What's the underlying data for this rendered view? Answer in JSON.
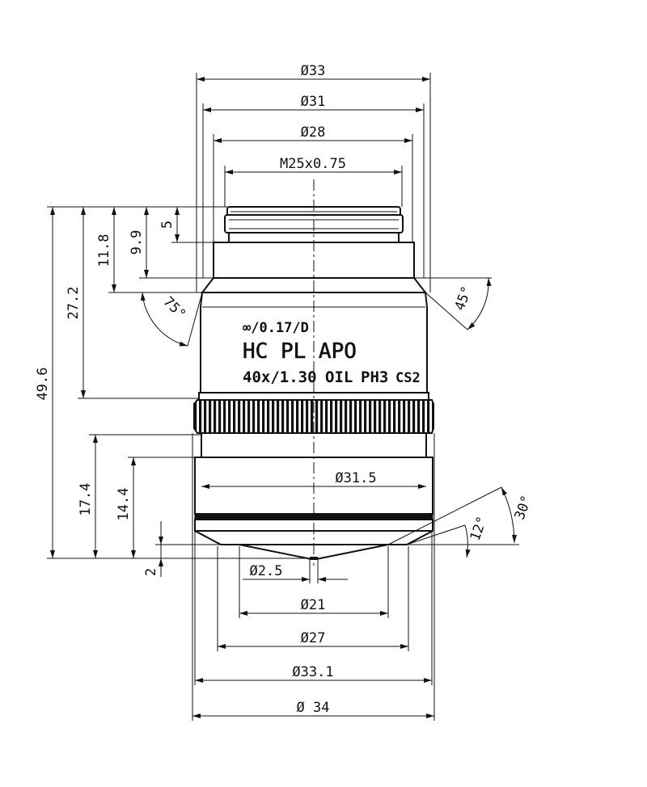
{
  "dimensions": {
    "d33": "Ø33",
    "d31": "Ø31",
    "d28": "Ø28",
    "thread": "M25x0.75",
    "h5": "5",
    "h9_9": "9.9",
    "h11_8": "11.8",
    "h27_2": "27.2",
    "h49_6": "49.6",
    "h17_4": "17.4",
    "h14_4": "14.4",
    "h2": "2",
    "a75": "75°",
    "a45": "45°",
    "a30": "30°",
    "a12": "12°",
    "d31_5": "Ø31.5",
    "d2_5": "Ø2.5",
    "d21": "Ø21",
    "d27": "Ø27",
    "d33_1": "Ø33.1",
    "d34": "Ø 34"
  },
  "engraving": {
    "line1": "∞/0.17/D",
    "line2": "HC PL APO",
    "line3a": "40x/1.30",
    "line3b": "OIL",
    "line3c": "PH3",
    "line3d": "CS2"
  },
  "colors": {
    "ink": "#111111",
    "paper": "#ffffff"
  }
}
